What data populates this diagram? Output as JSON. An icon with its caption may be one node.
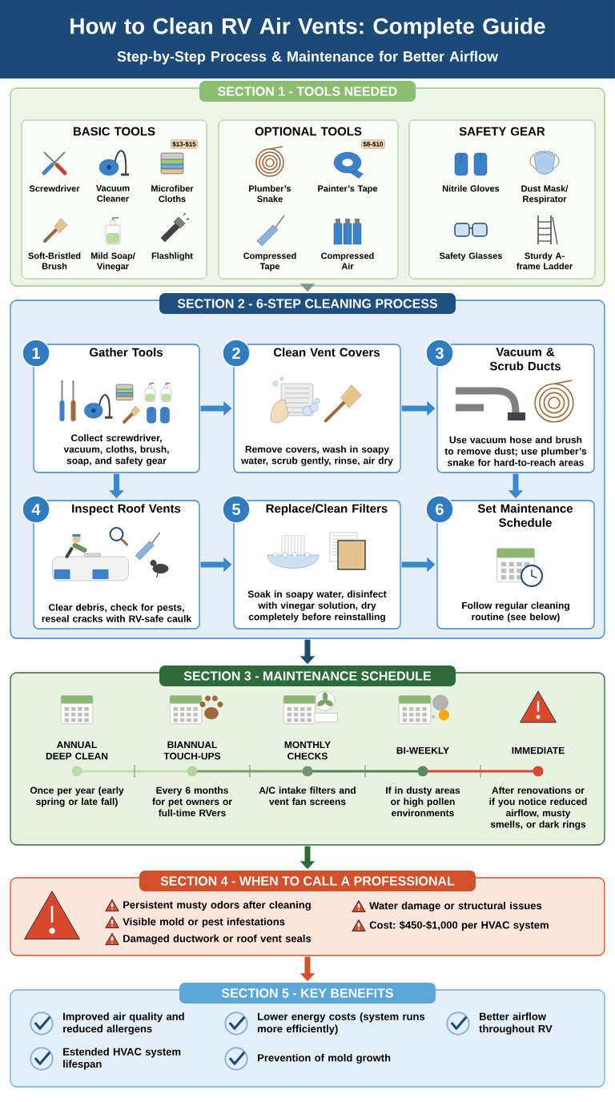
{
  "diagram": {
    "title": "How to Clean RV Air Vents: Complete Guide",
    "nodes": [
      {
        "text": [
          "SECTION 1 - TOOLS NEEDED"
        ]
      },
      {
        "text": [
          "BASIC TOOLS",
          "Screwdriver",
          "Vacuum Cleaner",
          "Microfiber Cloths",
          "Soft-Bristled Brush",
          "Mild Soap/ Vinegar",
          "Flashlight"
        ],
        "in": 0
      },
      {
        "text": [
          "OPTIONAL TOOLS",
          "Plumber’s Snake",
          "Painter’s Tape",
          "Compressed Tape",
          "Compressed Air"
        ],
        "in": 0
      },
      {
        "text": [
          "SAFETY GEAR",
          "Nitrile Gloves",
          "Dust Mask/ Respirator",
          "Safety Glasses",
          "Sturdy A-frame Ladder"
        ],
        "in": 0
      },
      {
        "text": [
          "SECTION 2 - 6-STEP CLEANING PROCESS"
        ]
      },
      {
        "text": [
          "1",
          "Gather Tools",
          "Collect screwdriver, vacuum, cloths, brush, soap, and safety gear"
        ],
        "in": 4
      },
      {
        "text": [
          "2",
          "Clean Vent Covers",
          "Remove covers, wash in soapy water, scrub gently, rinse, air dry"
        ],
        "in": 4
      },
      {
        "text": [
          "3",
          "Vacuum & Scrub Ducts",
          "Use vacuum hose and brush to remove dust; use plumber’s snake for hard-to-reach areas"
        ],
        "in": 4
      },
      {
        "text": [
          "4",
          "Inspect Roof Vents",
          "Clear debris, check for pests, reseal cracks with RV-safe caulk"
        ],
        "in": 4
      },
      {
        "text": [
          "5",
          "Replace/Clean Filters",
          "Soak in soapy water, disinfect with vinegar solution, dry completely before reinstalling"
        ],
        "in": 4
      },
      {
        "text": [
          "6",
          "Set Maintenance Schedule",
          "Follow regular cleaning routine (see below)"
        ],
        "in": 4
      },
      {
        "text": [
          "SECTION 3 - MAINTENANCE SCHEDULE",
          "ANNUAL DEEP CLEAN",
          "Once per year (early spring or late fall)",
          "BIANNUAL TOUCH-UPS",
          "Every 6 months for pet owners or full-time RVers",
          "MONTHLY CHECKS",
          "A/C intake filters and vent fan screens",
          "BI-WEEKLY",
          "If in dusty areas or high pollen environments",
          "IMMEDIATE",
          "After renovations or if you notice reduced airflow, musty smells, or dark rings"
        ]
      },
      {
        "text": [
          "SECTION 4 - WHEN TO CALL A PROFESSIONAL",
          "Persistent musty odors after cleaning",
          "Water damage or structural issues",
          "Visible mold or pest infestations",
          "Cost: $450-$1,000 per HVAC system",
          "Damaged ductwork or roof vent seals"
        ]
      },
      {
        "text": [
          "SECTION 5 - KEY BENEFITS",
          "Improved air quality and reduced allergens",
          "Lower energy costs (system runs more efficiently)",
          "Better airflow throughout RV",
          "Estended HVAC system lifespan",
          "Prevention of mold growth"
        ]
      }
    ],
    "edges": [
      {
        "from": 0,
        "to": 4,
        "arrow": "to",
        "color": "#7d9a7d"
      },
      {
        "from": 5,
        "to": 6,
        "arrow": "to"
      },
      {
        "from": 6,
        "to": 7,
        "arrow": "to"
      },
      {
        "from": 5,
        "to": 8,
        "arrow": "to"
      },
      {
        "from": 7,
        "to": 10,
        "arrow": "to"
      },
      {
        "from": 8,
        "to": 9,
        "arrow": "to"
      },
      {
        "from": 9,
        "to": 10,
        "arrow": "to"
      },
      {
        "from": 4,
        "to": 11,
        "arrow": "to",
        "color": "#1e4d6b"
      },
      {
        "from": 11,
        "to": 12,
        "arrow": "to",
        "color": "#2e6b3a"
      },
      {
        "from": 12,
        "to": 13,
        "arrow": "to",
        "color": "#d4502a"
      }
    ],
    "labels": [
      "Step-by-Step Process & Maintenance for Better Airflow",
      "$13-$15",
      "$8-$10"
    ]
  }
}
